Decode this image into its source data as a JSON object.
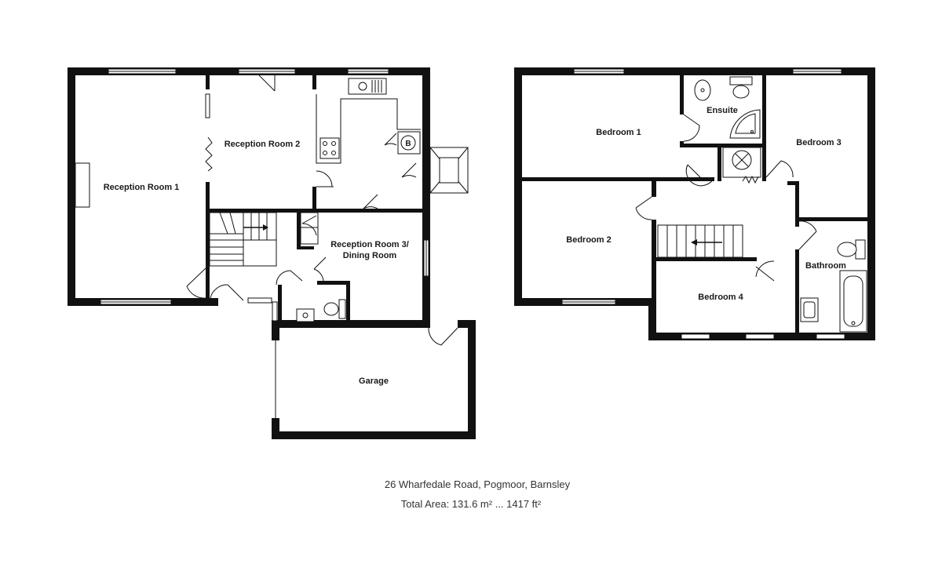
{
  "ground_floor": {
    "rooms": {
      "reception_room_1": "Reception Room 1",
      "reception_room_2": "Reception Room 2",
      "reception_room_3_line1": "Reception Room 3/",
      "reception_room_3_line2": "Dining Room",
      "garage": "Garage",
      "boiler_symbol": "B"
    }
  },
  "first_floor": {
    "rooms": {
      "bedroom_1": "Bedroom 1",
      "bedroom_2": "Bedroom 2",
      "bedroom_3": "Bedroom 3",
      "bedroom_4": "Bedroom 4",
      "ensuite": "Ensuite",
      "bathroom": "Bathroom"
    }
  },
  "footer": {
    "address": "26 Wharfedale Road, Pogmoor, Barnsley",
    "total_area": "Total Area: 131.6 m² ... 1417 ft²"
  }
}
